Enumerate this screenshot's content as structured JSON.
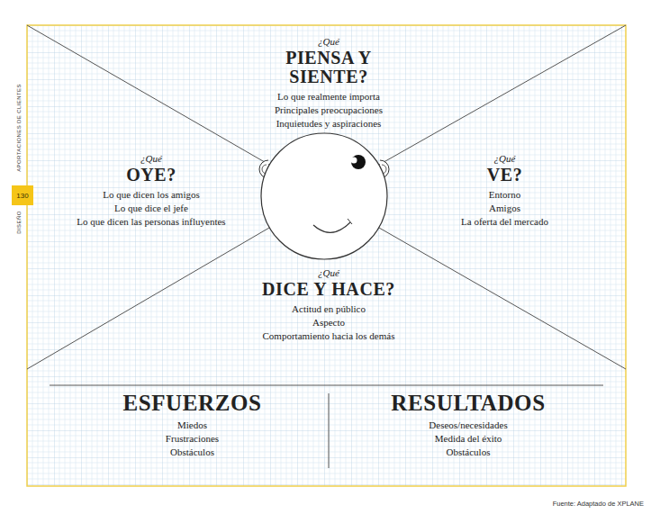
{
  "diagram": {
    "nodes": [
      {
        "text": [
          "¿Qué",
          "PIENSA Y SIENTE?",
          "Lo que realmente importa",
          "Principales preocupaciones",
          "Inquietudes y aspiraciones"
        ]
      },
      {
        "text": [
          "¿Qué",
          "OYE?",
          "Lo que dicen los amigos",
          "Lo que dice el jefe",
          "Lo que dicen las personas influyentes"
        ]
      },
      {
        "text": [
          "¿Qué",
          "VE?",
          "Entorno",
          "Amigos",
          "La oferta del mercado"
        ]
      },
      {
        "text": [
          "¿Qué",
          "DICE Y HACE?",
          "Actitud en público",
          "Aspecto",
          "Comportamiento hacia los demás"
        ]
      },
      {
        "text": [
          "ESFUERZOS",
          "Miedos",
          "Frustraciones",
          "Obstáculos"
        ]
      },
      {
        "text": [
          "RESULTADOS",
          "Deseos/necesidades",
          "Medida del éxito",
          "Obstáculos"
        ]
      }
    ],
    "labels": [
      "APORTACIONES DE CLIENTES",
      "130",
      "DISEÑO",
      "Fuente: Adaptado de XPLANE"
    ]
  }
}
